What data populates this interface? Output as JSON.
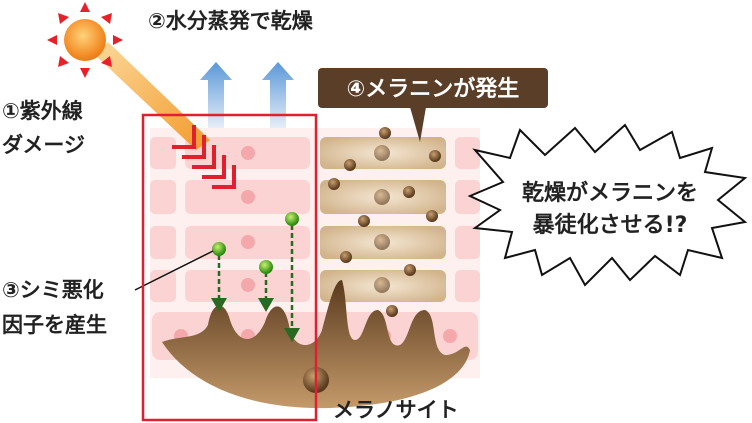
{
  "labels": {
    "evaporation": "②水分蒸発で乾燥",
    "uv_line1": "①紫外線",
    "uv_line2": "ダメージ",
    "factor_line1": "③シミ悪化",
    "factor_line2": "因子を産生",
    "melanin_callout": "④メラニンが発生",
    "bubble_line1": "乾燥がメラニンを",
    "bubble_line2": "暴徒化させる!?",
    "melanocyte": "メラノサイト"
  },
  "colors": {
    "highlight_box": "#e0202e",
    "cell_pink": "#fbd3d3",
    "cell_brown": "#d9bd98",
    "melanocyte": "#7a5532",
    "callout_bg": "#5a3e28",
    "factor_green": "#3a9a1a"
  }
}
